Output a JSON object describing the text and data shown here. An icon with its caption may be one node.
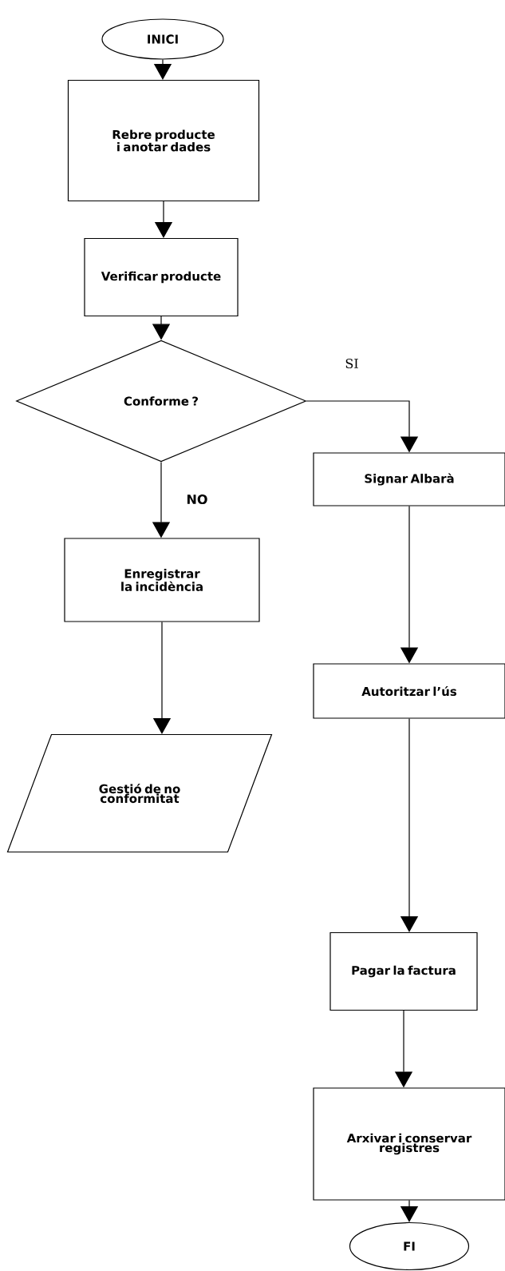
{
  "diagram": {
    "nodes": [
      {
        "text": [
          "INICI"
        ]
      },
      {
        "text": [
          "Rebre producte i anotar dades"
        ]
      },
      {
        "text": [
          "Verificar producte"
        ]
      },
      {
        "text": [
          "Conforme ?"
        ]
      },
      {
        "text": [
          "Signar Albarà"
        ]
      },
      {
        "text": [
          "Enregistrar la incidència"
        ]
      },
      {
        "text": [
          "Gestió de no conformitat"
        ]
      },
      {
        "text": [
          "Autoritzar l’ús"
        ]
      },
      {
        "text": [
          "Pagar la factura"
        ]
      },
      {
        "text": [
          "Arxivar i conservar registres"
        ]
      },
      {
        "text": [
          "FI"
        ]
      }
    ],
    "edges": [
      {
        "from": 0,
        "to": 1,
        "arrow": "to"
      },
      {
        "from": 1,
        "to": 2,
        "arrow": "to"
      },
      {
        "from": 2,
        "to": 3,
        "arrow": "to"
      },
      {
        "from": 3,
        "to": 4,
        "arrow": "to",
        "label": "SI"
      },
      {
        "from": 3,
        "to": 5,
        "arrow": "to",
        "label": "NO"
      },
      {
        "from": 5,
        "to": 6,
        "arrow": "to"
      },
      {
        "from": 4,
        "to": 7,
        "arrow": "to"
      },
      {
        "from": 7,
        "to": 8,
        "arrow": "to"
      },
      {
        "from": 8,
        "to": 9,
        "arrow": "to"
      },
      {
        "from": 9,
        "to": 10,
        "arrow": "to"
      }
    ]
  }
}
